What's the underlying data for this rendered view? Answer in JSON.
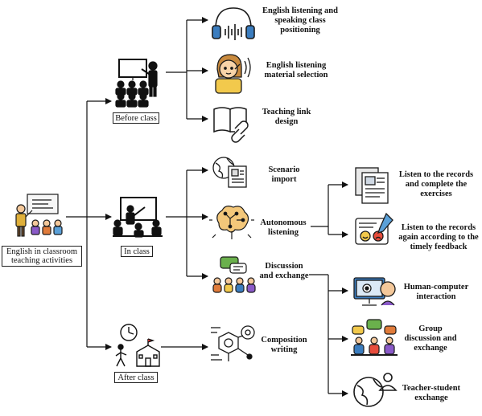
{
  "root": {
    "label": "English in classroom teaching activities"
  },
  "stages": {
    "before": "Before class",
    "in": "In class",
    "after": "After class"
  },
  "before_items": {
    "positioning": "English listening and speaking class positioning",
    "material": "English listening material selection",
    "link_design": "Teaching link design"
  },
  "in_items": {
    "scenario": "Scenario import",
    "autonomous": "Autonomous listening",
    "discussion": "Discussion and exchange"
  },
  "autonomous_sub": {
    "listen_records": "Listen to the records and complete the exercises",
    "listen_again": "Listen to the records again according to the timely feedback"
  },
  "discussion_sub": {
    "hci": "Human-computer interaction",
    "group": "Group discussion and exchange",
    "teacher": "Teacher-student exchange"
  },
  "after_items": {
    "composition": "Composition writing"
  },
  "icons": {
    "root": "teacher-classroom-icon",
    "before": "lecture-presentation-icon",
    "in": "teacher-whiteboard-icon",
    "after": "clock-school-icon",
    "positioning": "headphones-sound-icon",
    "material": "listening-student-icon",
    "link_design": "book-link-icon",
    "scenario": "globe-document-icon",
    "autonomous": "brain-circuit-icon",
    "discussion": "group-chat-icon",
    "listen_records": "documents-icon",
    "listen_again": "feedback-faces-icon",
    "hci": "computer-gear-icon",
    "group": "team-discussion-icon",
    "teacher": "globe-person-icon",
    "composition": "network-writing-icon"
  }
}
